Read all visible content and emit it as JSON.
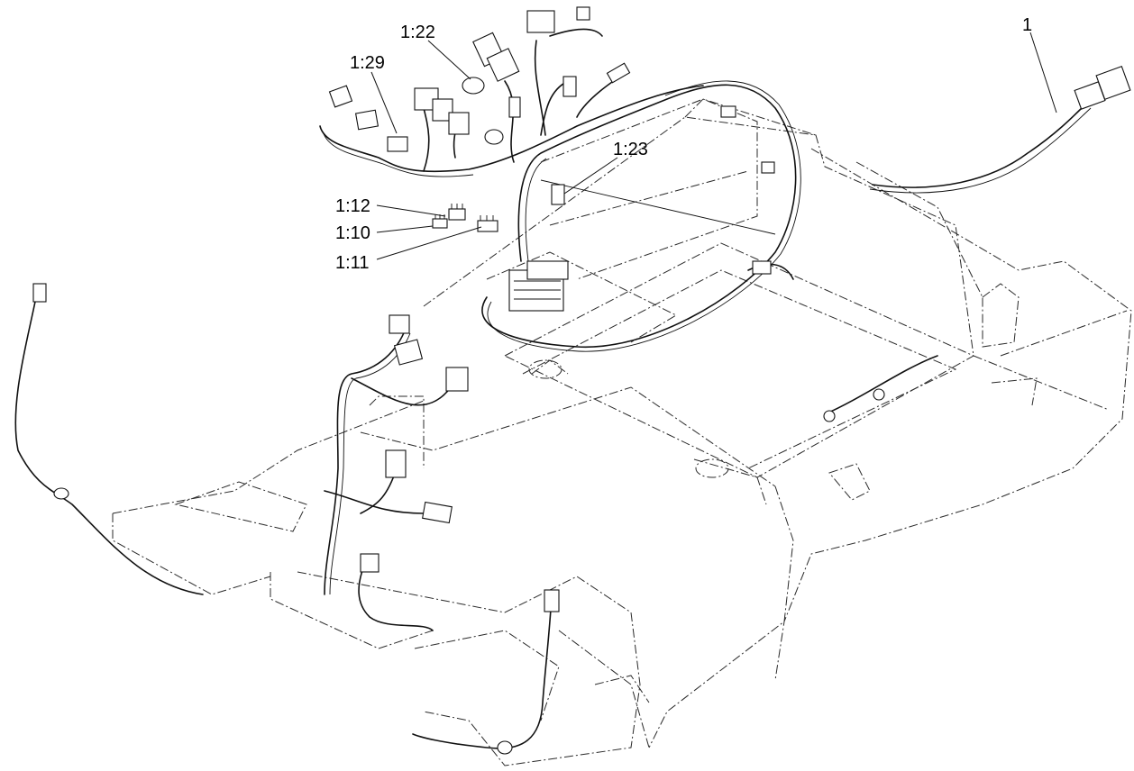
{
  "callouts": [
    {
      "id": "1",
      "label": "1"
    },
    {
      "id": "1_22",
      "label": "1:22"
    },
    {
      "id": "1_29",
      "label": "1:29"
    },
    {
      "id": "1_23",
      "label": "1:23"
    },
    {
      "id": "1_12",
      "label": "1:12"
    },
    {
      "id": "1_10",
      "label": "1:10"
    },
    {
      "id": "1_11",
      "label": "1:11"
    }
  ],
  "colors": {
    "line": "#111111",
    "background": "#ffffff"
  }
}
